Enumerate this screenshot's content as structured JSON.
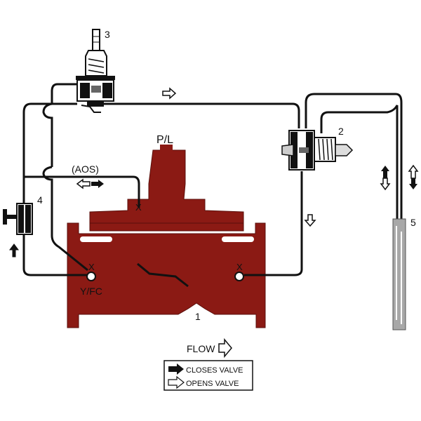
{
  "labels": {
    "n1": "1",
    "n2": "2",
    "n3": "3",
    "n4": "4",
    "n5": "5",
    "pl": "P/L",
    "aos": "(AOS)",
    "yfc": "Y/FC",
    "x": "X",
    "flow": "FLOW"
  },
  "legend": {
    "closes": "CLOSES VALVE",
    "opens": "OPENS VALVE"
  },
  "colors": {
    "valve_body": "#8b1a14",
    "tube": "#111111",
    "sensor": "#a8a8a8"
  }
}
